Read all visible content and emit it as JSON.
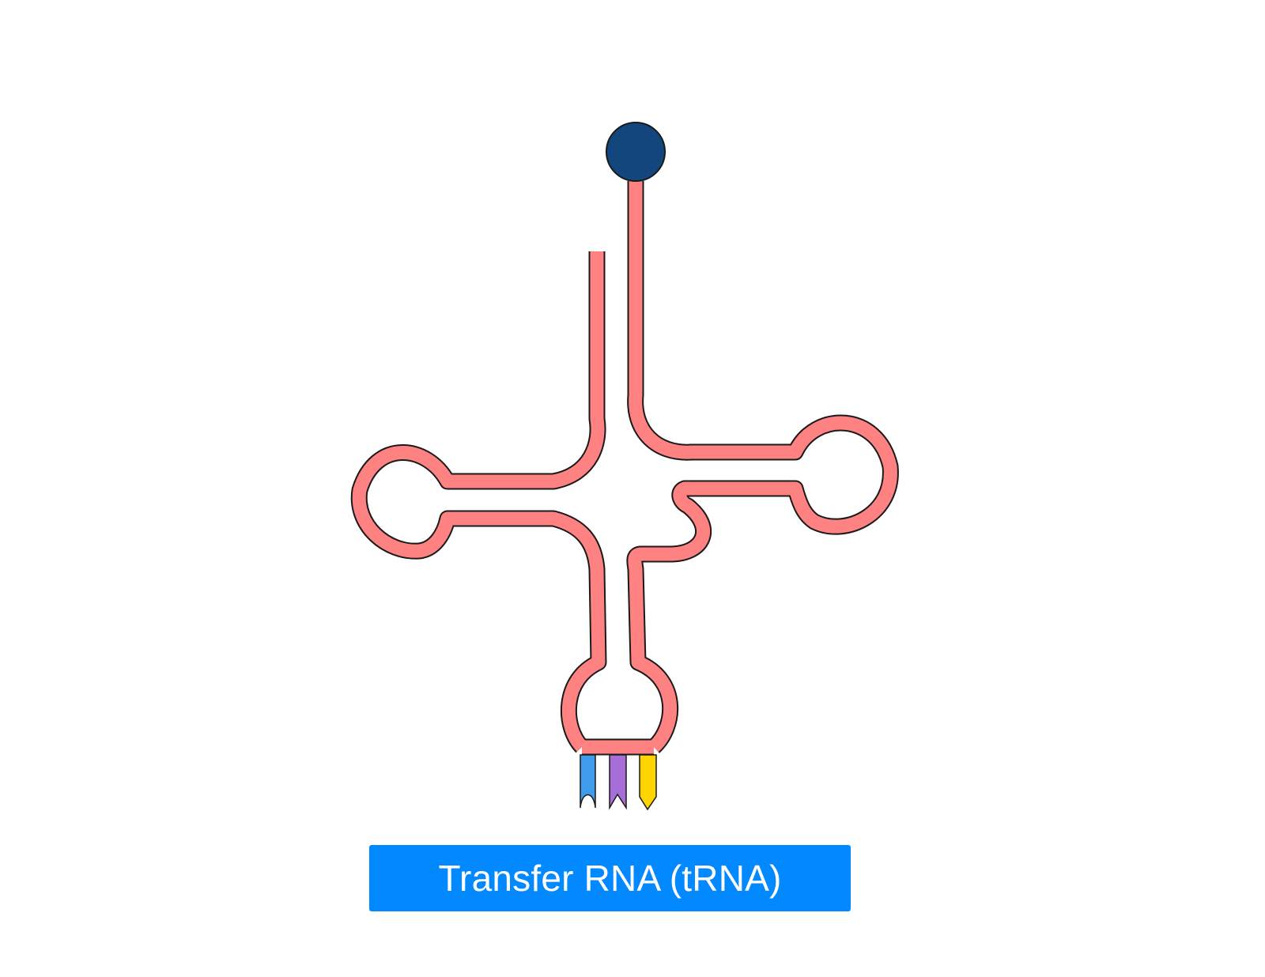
{
  "title": "Transfer RNA (tRNA)",
  "colors": {
    "strand": "#FF8283",
    "outline": "#1a1a1a",
    "amino_acid": "#14467E",
    "base_blue": "#3F9CEB",
    "base_purple": "#A56ED8",
    "base_yellow": "#FFD400",
    "label_background": "#0289FF",
    "label_text": "#FFFFFF"
  },
  "parts": {
    "amino_acid_site": "amino-acid-attachment-circle",
    "acceptor_stem": "acceptor-stem",
    "d_arm": "d-arm-loop",
    "t_arm": "t-psi-c-arm-loop",
    "anticodon_arm": "anticodon-arm-loop",
    "anticodon_bases": [
      "blue-base",
      "purple-base",
      "yellow-base"
    ]
  }
}
